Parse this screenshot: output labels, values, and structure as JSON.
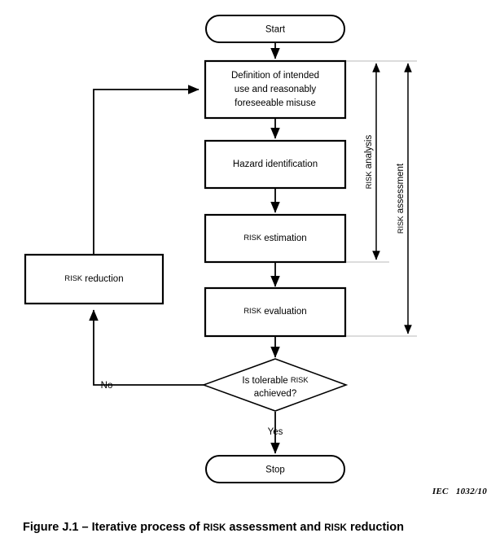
{
  "figure": {
    "caption_prefix": "Figure J.1 – Iterative process of ",
    "caption_risk1": "RISK",
    "caption_mid": " assessment and ",
    "caption_risk2": "RISK",
    "caption_suffix": " reduction",
    "iec_reference": "IEC   1032/10"
  },
  "diagram": {
    "type": "flowchart",
    "nodes": [
      {
        "id": "start",
        "shape": "terminator",
        "label": "Start"
      },
      {
        "id": "definition",
        "shape": "process",
        "line1": "Definition of intended",
        "line2": "use and reasonably",
        "line3": "foreseeable misuse"
      },
      {
        "id": "hazard",
        "shape": "process",
        "label": "Hazard identification"
      },
      {
        "id": "estimation",
        "shape": "process",
        "label_smallcaps": "RISK",
        "label_rest": " estimation"
      },
      {
        "id": "evaluation",
        "shape": "process",
        "label_smallcaps": "RISK",
        "label_rest": " evaluation"
      },
      {
        "id": "decision",
        "shape": "decision",
        "line1_pre": "Is tolerable ",
        "line1_smallcaps": "RISK",
        "line2": "achieved?"
      },
      {
        "id": "reduction",
        "shape": "process",
        "label_smallcaps": "RISK",
        "label_rest": " reduction"
      },
      {
        "id": "stop",
        "shape": "terminator",
        "label": "Stop"
      }
    ],
    "edge_labels": {
      "no": "No",
      "yes": "Yes"
    },
    "side_measures": [
      {
        "id": "risk-analysis",
        "smallcaps": "RISK",
        "rest": " analysis"
      },
      {
        "id": "risk-assessment",
        "smallcaps": "RISK",
        "rest": " assessment"
      }
    ]
  },
  "colors": {
    "stroke": "#000000",
    "fill": "#ffffff",
    "guide": "#b9b9b9"
  }
}
